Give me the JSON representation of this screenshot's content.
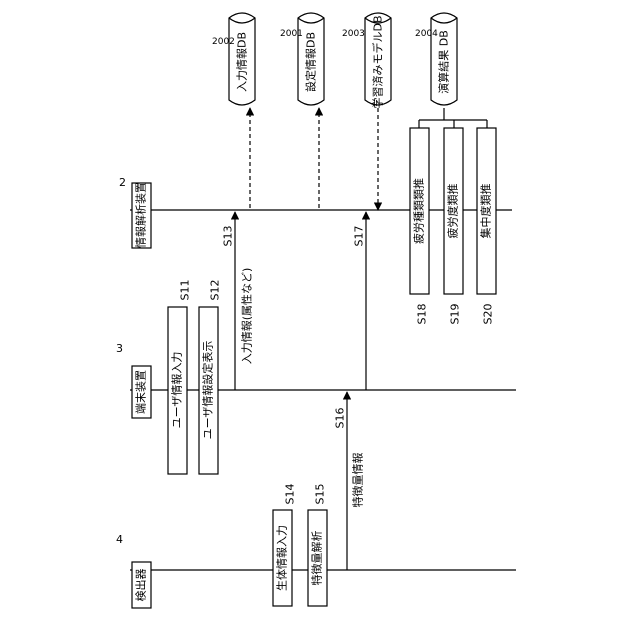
{
  "devices": {
    "analyzer": {
      "ref": "2",
      "label": "情報解析装置"
    },
    "terminal": {
      "ref": "3",
      "label": "端末装置"
    },
    "detector": {
      "ref": "4",
      "label": "検出器"
    }
  },
  "databases": [
    {
      "ref": "2002",
      "label": "入力情報DB"
    },
    {
      "ref": "2001",
      "label": "設定情報DB"
    },
    {
      "ref": "2003",
      "label": "学習済みモデルDB"
    },
    {
      "ref": "2004",
      "label": "演算結果 DB"
    }
  ],
  "steps": [
    {
      "id": "S11",
      "label": "ユーザ情報入力"
    },
    {
      "id": "S12",
      "label": "ユーザ情報設定表示"
    },
    {
      "id": "S13",
      "label": "入力情報(属性など)"
    },
    {
      "id": "S14",
      "label": "生体情報入力"
    },
    {
      "id": "S15",
      "label": "特徴量解析"
    },
    {
      "id": "S16",
      "label": "特徴量情報"
    },
    {
      "id": "S17",
      "label": ""
    },
    {
      "id": "S18",
      "label": "疲労種類類推"
    },
    {
      "id": "S19",
      "label": "疲労度類推"
    },
    {
      "id": "S20",
      "label": "集中度類推"
    }
  ]
}
